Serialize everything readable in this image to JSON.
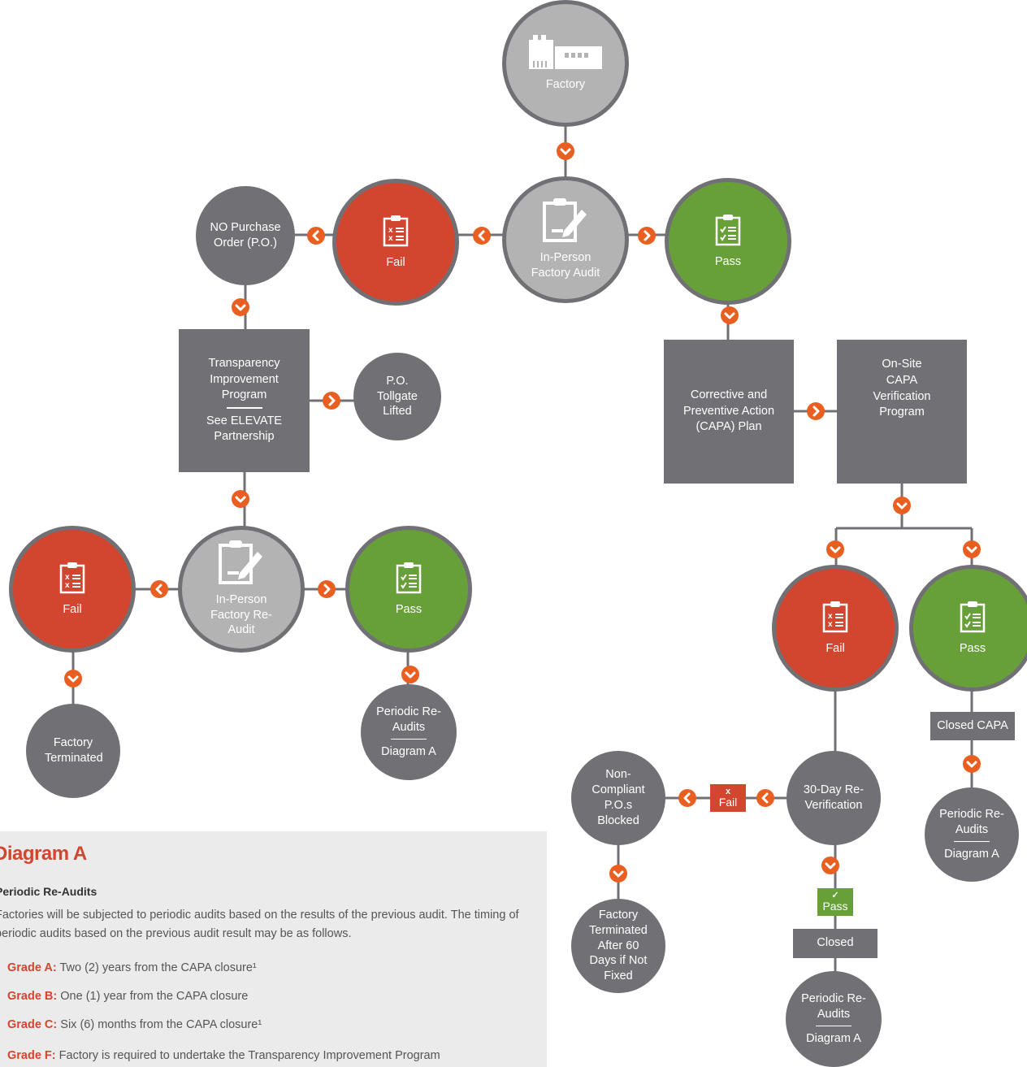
{
  "colors": {
    "red": "#d2452f",
    "green": "#67a039",
    "gray": "#717074",
    "light_gray": "#b3b3b3",
    "orange": "#e95e21",
    "panel": "#ebebeb"
  },
  "nodes": {
    "factory": "Factory",
    "audit": "In-Person Factory Audit",
    "fail_top": "Fail",
    "pass_top": "Pass",
    "no_po": "NO Purchase Order (P.O.)",
    "tip_title": "Transparency Improvement Program",
    "tip_sub": "See ELEVATE Partnership",
    "po_lifted": "P.O. Tollgate Lifted",
    "capa_plan": "Corrective and Preventive Action (CAPA) Plan",
    "capa_verif": "On-Site CAPA Verification Program",
    "reaudit": "In-Person Factory Re-Audit",
    "fail_left": "Fail",
    "pass_mid": "Pass",
    "terminated": "Factory Terminated",
    "periodic_mid_title": "Periodic Re-Audits",
    "periodic_mid_sub": "Diagram A",
    "fail_right": "Fail",
    "pass_right": "Pass",
    "closed_capa": "Closed CAPA",
    "periodic_right_title": "Periodic Re-Audits",
    "periodic_right_sub": "Diagram A",
    "reverify": "30-Day Re-Verification",
    "fail_tag": "Fail",
    "fail_tag_mark": "x",
    "pass_tag": "Pass",
    "pass_tag_mark": "✓",
    "non_compliant": "Non-Compliant P.O.s Blocked",
    "terminated_60": "Factory Terminated After 60 Days if Not Fixed",
    "closed": "Closed",
    "periodic_bottom_title": "Periodic Re-Audits",
    "periodic_bottom_sub": "Diagram A"
  },
  "diagram_a": {
    "title": "Diagram A",
    "subtitle": "Periodic Re-Audits",
    "description": "Factories will be subjected to periodic audits based on the results of the previous audit. The timing of periodic audits based on the previous audit result may be as follows.",
    "grades": [
      {
        "label": "Grade A:",
        "text": " Two (2) years from the CAPA closure¹"
      },
      {
        "label": "Grade B:",
        "text": " One (1) year from the CAPA closure"
      },
      {
        "label": "Grade C:",
        "text": " Six (6) months from the CAPA closure¹"
      },
      {
        "label": "Grade F:",
        "text": " Factory is required to undertake the Transparency Improvement Program"
      }
    ]
  }
}
